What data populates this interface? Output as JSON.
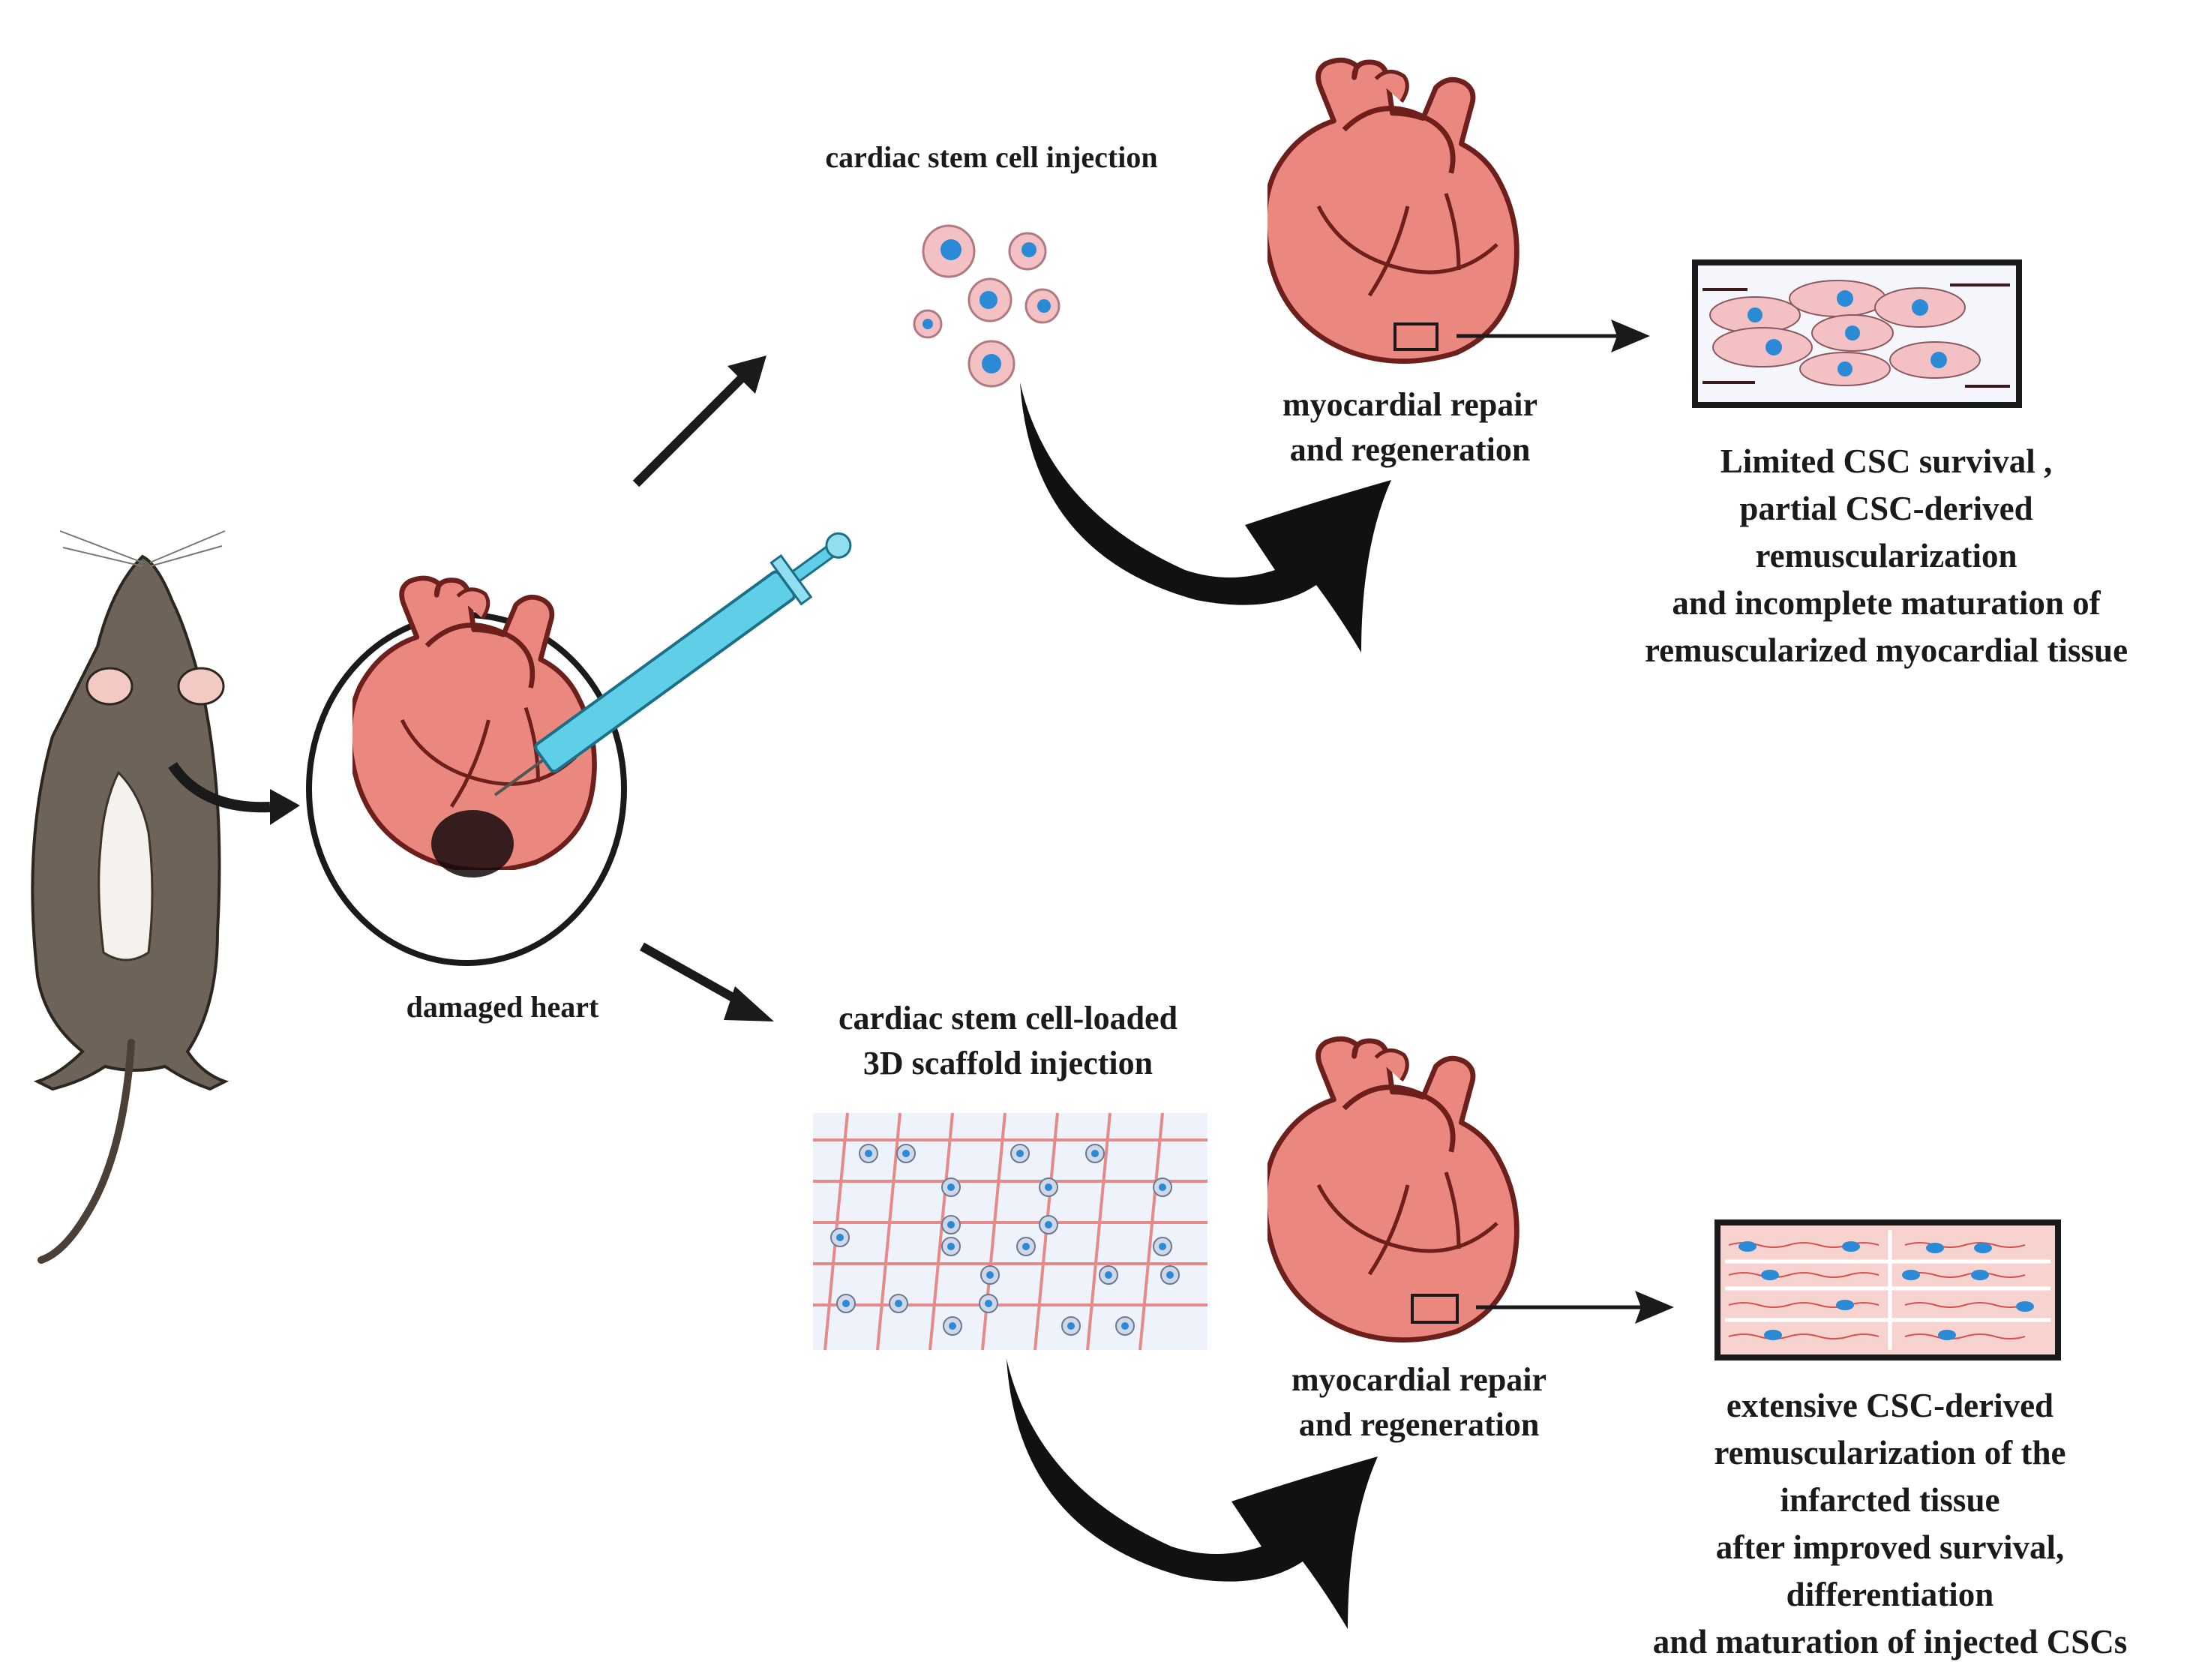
{
  "labels": {
    "damaged_heart": "damaged heart",
    "csc_injection": "cardiac stem cell injection",
    "scaffold_injection": [
      "cardiac stem cell-loaded",
      "3D scaffold injection"
    ],
    "repair_top": [
      "myocardial repair",
      "and regeneration"
    ],
    "repair_bottom": [
      "myocardial repair",
      "and regeneration"
    ],
    "outcome_top": [
      "Limited CSC survival ,",
      "partial CSC-derived",
      "remuscularization",
      "and incomplete maturation of",
      "remuscularized myocardial tissue"
    ],
    "outcome_bottom": [
      "extensive CSC-derived",
      "remuscularization of the",
      "infarcted tissue",
      "after improved survival,",
      "differentiation",
      "and maturation of injected CSCs"
    ]
  },
  "colors": {
    "heart": "#ea8880",
    "heart_dark": "#7a2a26",
    "cell_fill": "#f3c0c4",
    "nucleus": "#2a8ad6",
    "scaffold_line": "#e58a88",
    "arrow": "#1a1a1a",
    "syringe": "#5ecfe6",
    "mouse": "#6e6358"
  }
}
